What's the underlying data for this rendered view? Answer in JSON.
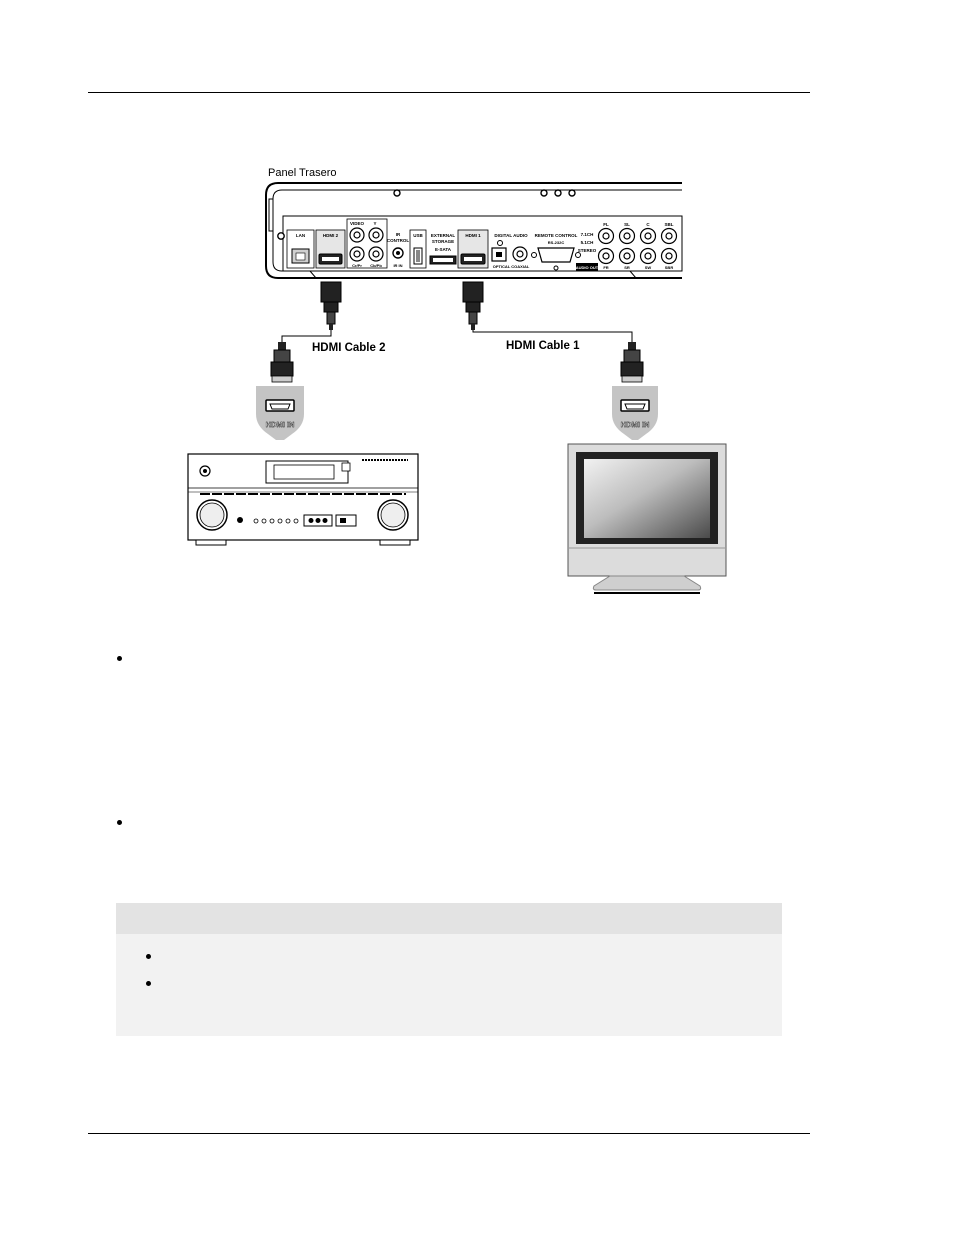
{
  "diagram": {
    "panel_title": "Panel Trasero",
    "cable_left": "HDMI Cable 2",
    "cable_right": "HDMI Cable 1",
    "hdmi_in_left": "HDMI IN",
    "hdmi_in_right": "HDMI IN",
    "ports": {
      "lan": "LAN",
      "hdmi2": "HDMI 2",
      "video": "VIDEO",
      "y": "Y",
      "cr_pr": "Cr/Pr",
      "cb_pb": "Cb/Pb",
      "ir_control_1": "IR",
      "ir_control_2": "CONTROL",
      "ir_in": "IR IN",
      "usb": "USB",
      "ext_storage_1": "EXTERNAL",
      "ext_storage_2": "STORAGE",
      "esata": "E-SATA",
      "hdmi1": "HDMI 1",
      "digital_audio": "DIGITAL AUDIO",
      "optical_coaxial": "OPTICAL COAXIAL",
      "remote_control": "REMOTE CONTROL",
      "rs232c": "RS-232C",
      "ch71": "7.1CH",
      "ch51": "5.1CH",
      "stereo": "STEREO",
      "audio_out": "AUDIO OUT",
      "fl": "FL",
      "sl": "SL",
      "c": "C",
      "sbl": "SBL",
      "fr": "FR",
      "sr": "SR",
      "sw": "SW",
      "sbr": "SBR"
    }
  }
}
